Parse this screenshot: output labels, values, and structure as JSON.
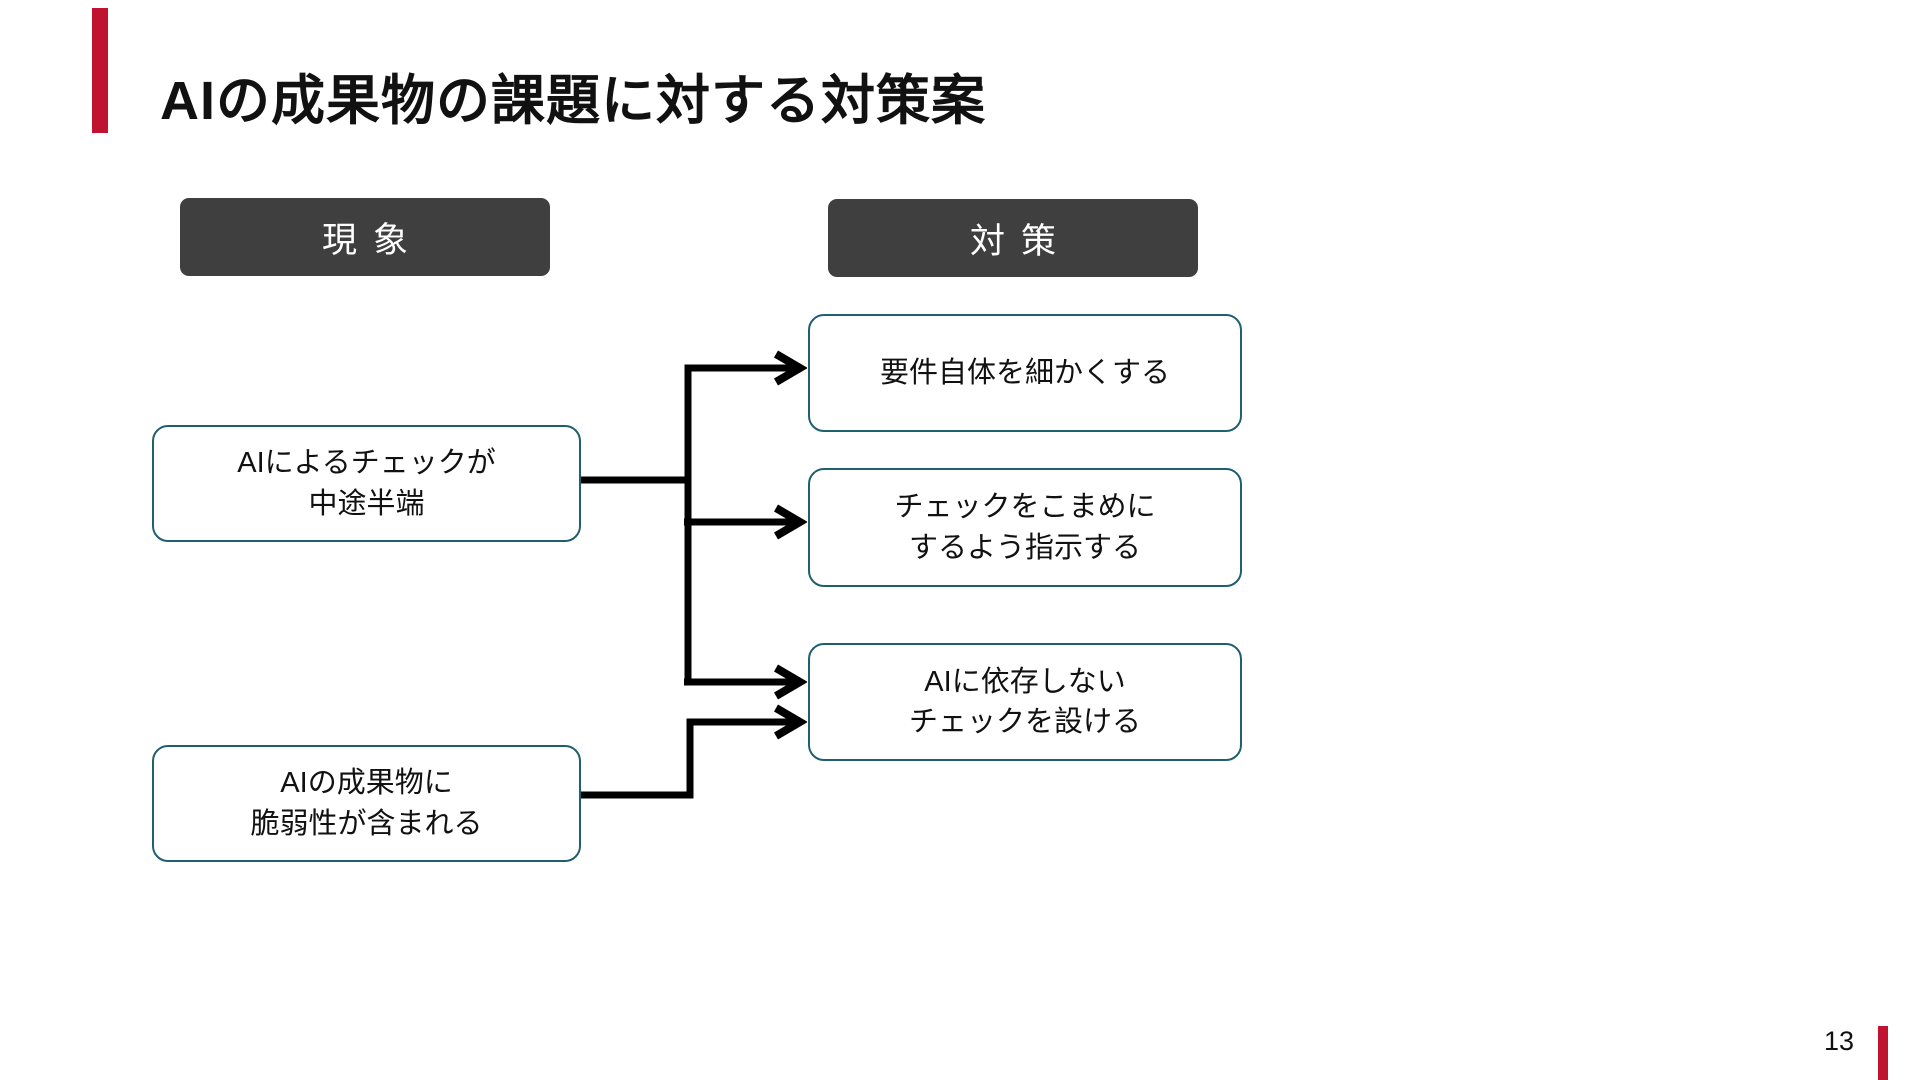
{
  "slide": {
    "title": "AIの成果物の課題に対する対策案",
    "page_number": "13",
    "colors": {
      "accent_red": "#C01330",
      "header_fill": "#3F3F3F",
      "header_text": "#FFFFFF",
      "box_border": "#1F5F6E",
      "connector_color": "#000000",
      "text_color": "#111111"
    }
  },
  "diagram": {
    "headers": [
      {
        "label": "現象"
      },
      {
        "label": "対策"
      }
    ],
    "phenomena": [
      {
        "lines": [
          "AIによるチェックが",
          "中途半端"
        ]
      },
      {
        "lines": [
          "AIの成果物に",
          "脆弱性が含まれる"
        ]
      }
    ],
    "countermeasures": [
      {
        "lines": [
          "要件自体を細かくする"
        ]
      },
      {
        "lines": [
          "チェックをこまめに",
          "するよう指示する"
        ]
      },
      {
        "lines": [
          "AIに依存しない",
          "チェックを設ける"
        ]
      }
    ]
  }
}
